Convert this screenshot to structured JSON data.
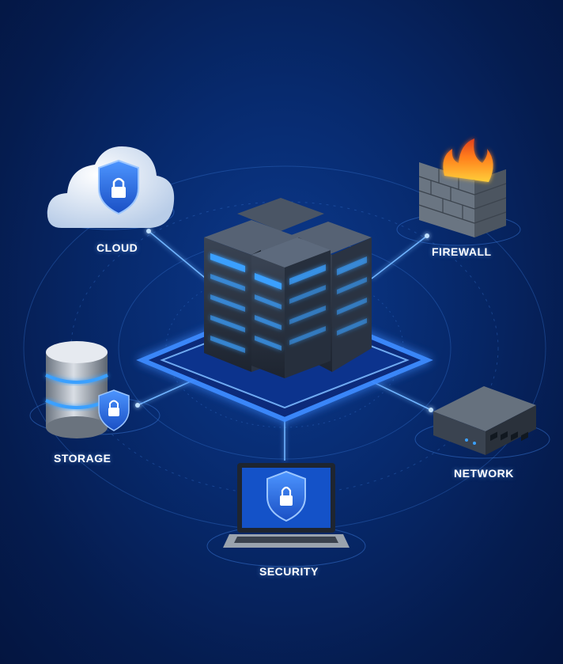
{
  "diagram": {
    "nodes": [
      {
        "id": "cloud",
        "label": "CLOUD",
        "icon": "cloud-lock-icon"
      },
      {
        "id": "firewall",
        "label": "FIREWALL",
        "icon": "firewall-icon"
      },
      {
        "id": "storage",
        "label": "STORAGE",
        "icon": "database-lock-icon"
      },
      {
        "id": "network",
        "label": "NETWORK",
        "icon": "network-switch-icon"
      },
      {
        "id": "security",
        "label": "SECURITY",
        "icon": "laptop-shield-icon"
      }
    ],
    "hub": {
      "icon": "server-rack-icon"
    },
    "colors": {
      "background": "#072a6e",
      "glow": "#3d8bff",
      "connector": "#6fb4ff",
      "shield": "#2c6ff0",
      "flame": "#ff7a1a"
    }
  }
}
